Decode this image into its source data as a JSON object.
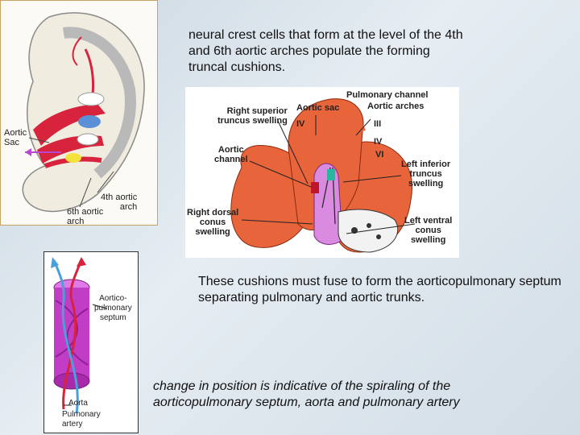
{
  "text": {
    "neural_crest": "neural crest cells that form at the level of the 4th and 6th aortic arches populate the forming truncal cushions.",
    "cushions": "These cushions must fuse to form the aorticopulmonary septum separating pulmonary and aortic trunks.",
    "change": "change in position is indicative of the spiraling of the aorticopulmonary septum, aorta and pulmonary artery"
  },
  "embryo_labels": {
    "aortic_sac": "Aortic\nSac",
    "arch4": "4th aortic\narch",
    "arch6": "6th aortic\narch"
  },
  "heart_labels": {
    "pulmonary_channel": "Pulmonary channel",
    "aortic_arches": "Aortic arches",
    "aortic_sac": "Aortic sac",
    "right_superior": "Right superior\ntruncus swelling",
    "num_iv_left": "IV",
    "num_iii": "III",
    "num_iv": "IV",
    "num_vi": "VI",
    "aortic_channel": "Aortic\nchannel",
    "left_inferior": "Left inferior\ntruncus\nswelling",
    "right_dorsal": "Right dorsal\nconus\nswelling",
    "left_ventral": "Left ventral\nconus\nswelling"
  },
  "spiral_labels": {
    "ap_septum": "Aortico-\npulmonary\nseptum",
    "aorta": "Aorta",
    "pulmonary_artery": "Pulmonary\nartery"
  },
  "colors": {
    "background": "#d2dde6",
    "embryo_border": "#c8a165",
    "vessel_red": "#d8233c",
    "septum_magenta": "#c23dc6",
    "heart_orange": "#e8643a",
    "arrow_blue": "#4aa0d8"
  }
}
